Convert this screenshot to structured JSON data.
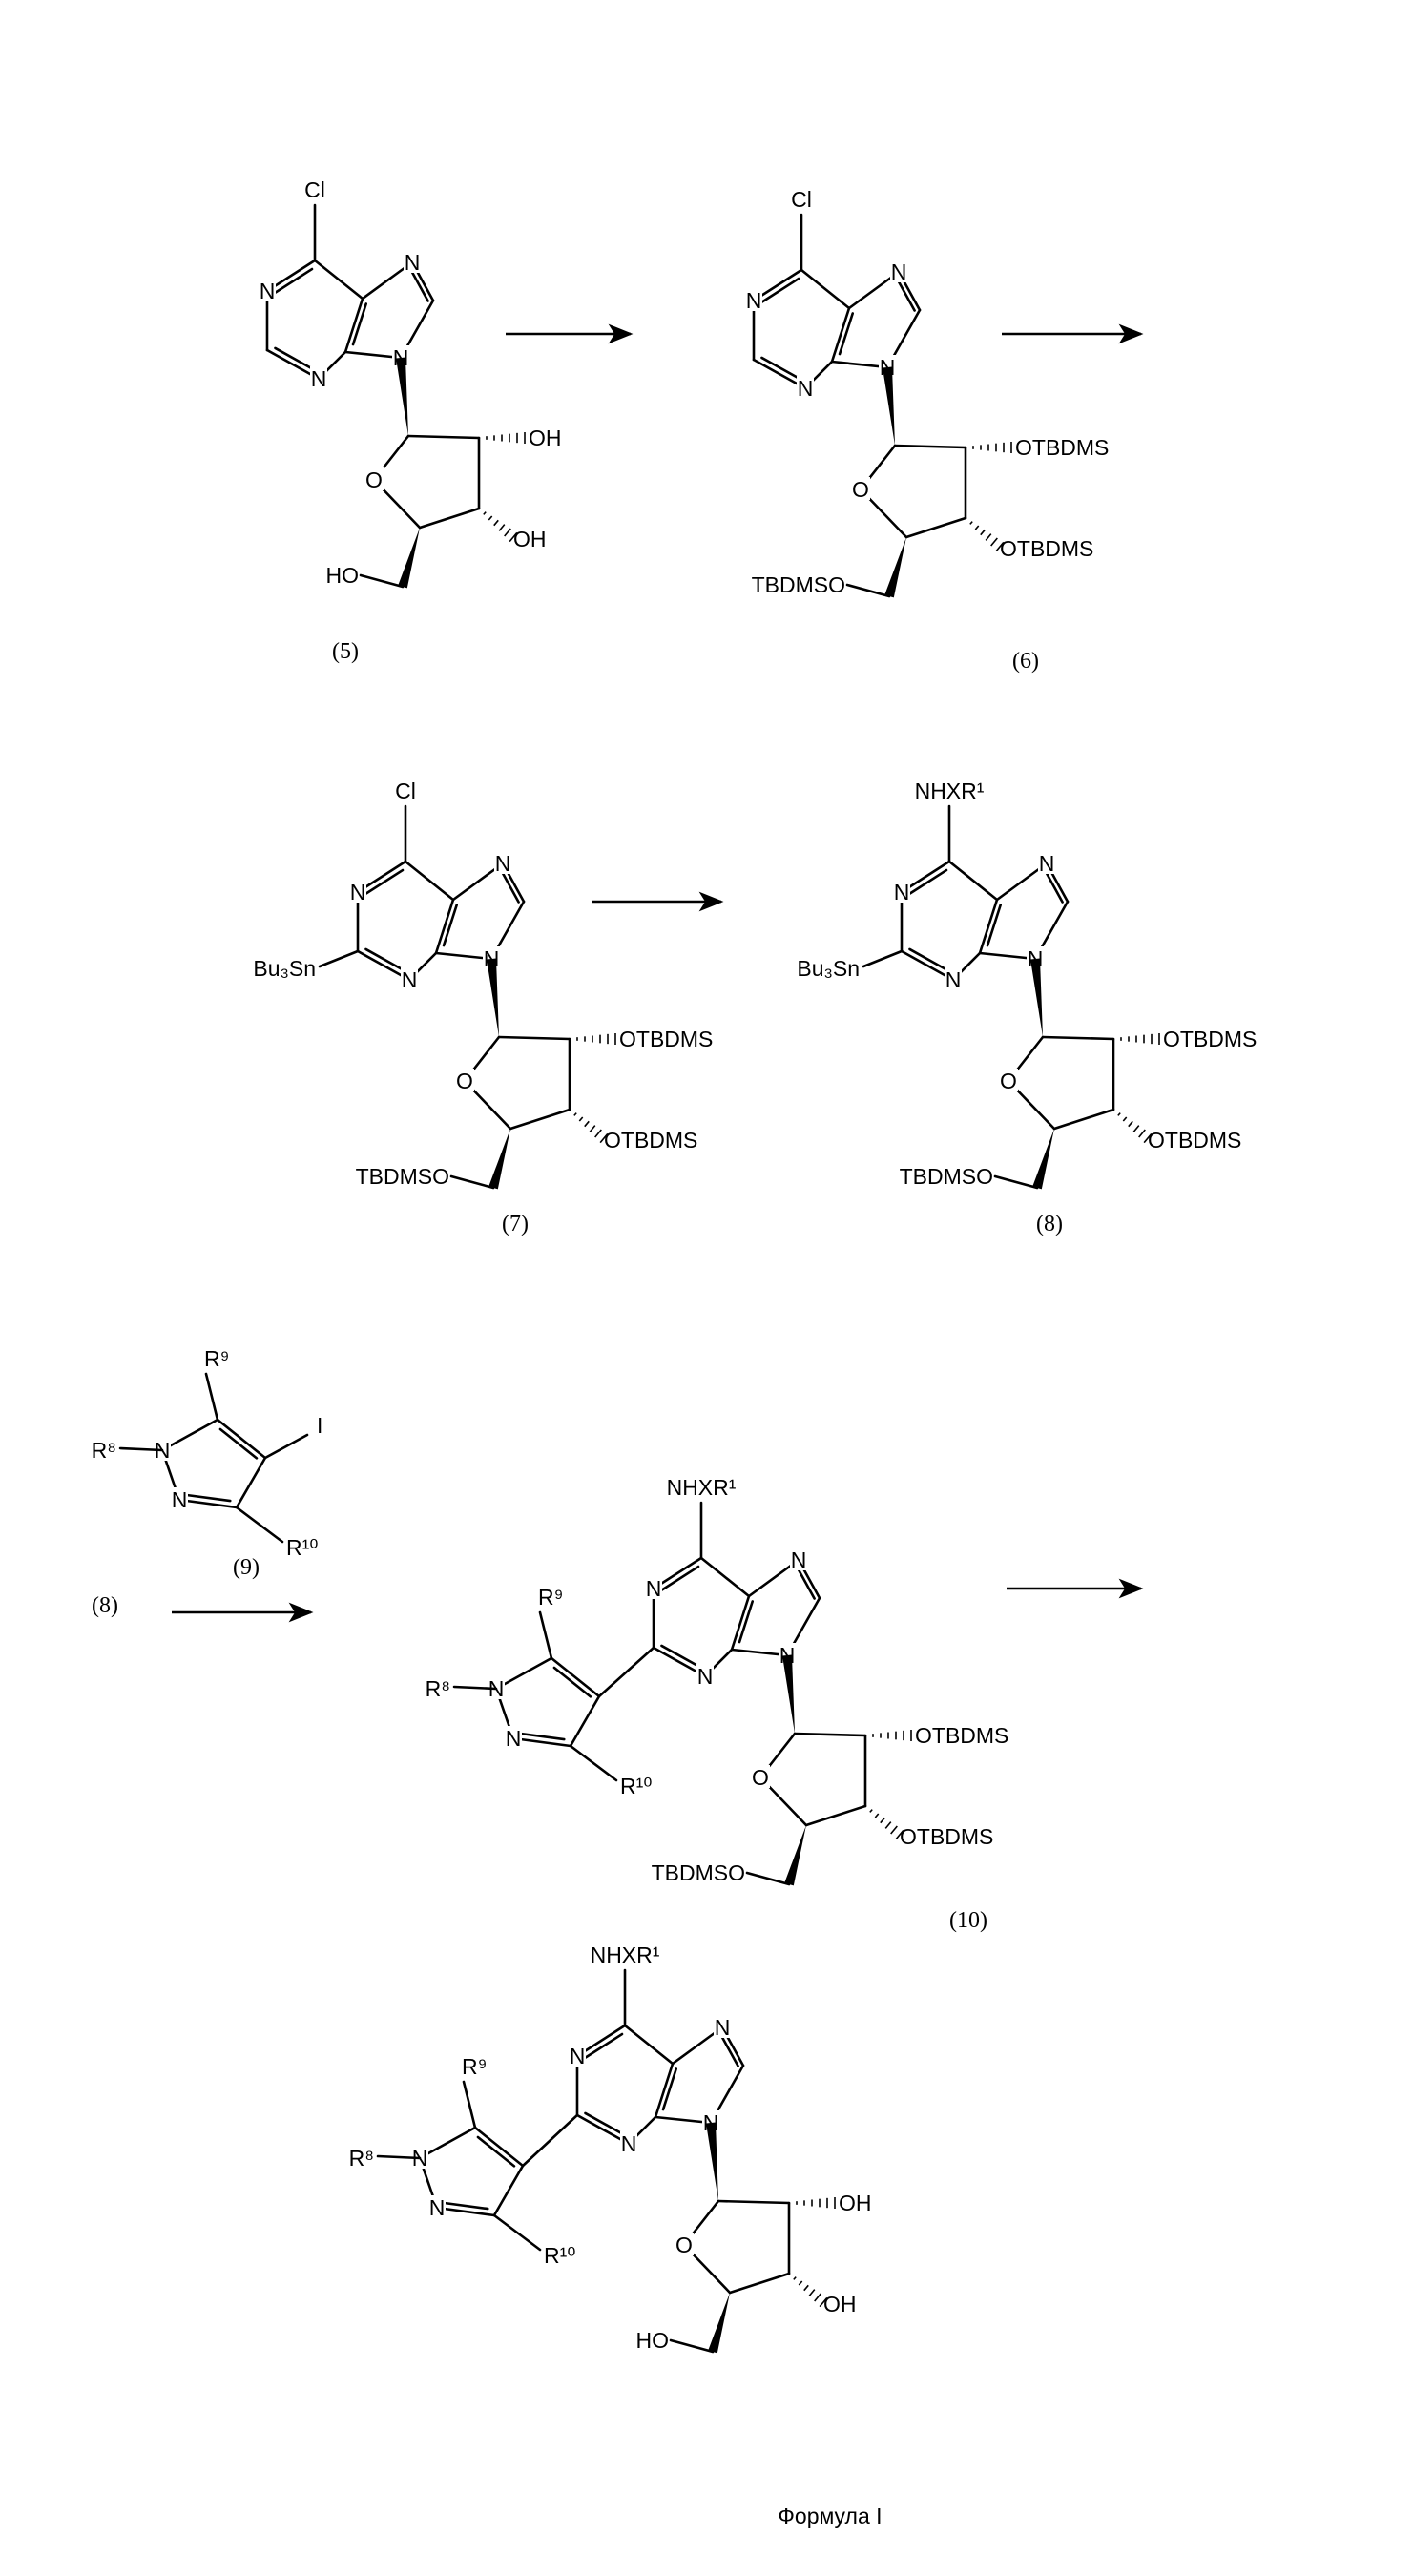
{
  "scheme": {
    "compound_labels": {
      "c5": "(5)",
      "c6": "(6)",
      "c7": "(7)",
      "c8": "(8)",
      "c9": "(9)",
      "c10": "(10)",
      "c8_reagent": "(8)",
      "formula": "Формула I"
    },
    "atom_labels": {
      "cl": "Cl",
      "n": "N",
      "o": "O",
      "i": "I",
      "oh": "OH",
      "ho": "HO",
      "otbdms": "OTBDMS",
      "tbdmso": "TBDMSO",
      "bu3sn": "Bu₃Sn",
      "nhxr1": "NHXR¹",
      "r8": "R⁸",
      "r9": "R⁹",
      "r10": "R¹⁰"
    },
    "arrow_count": 5
  }
}
